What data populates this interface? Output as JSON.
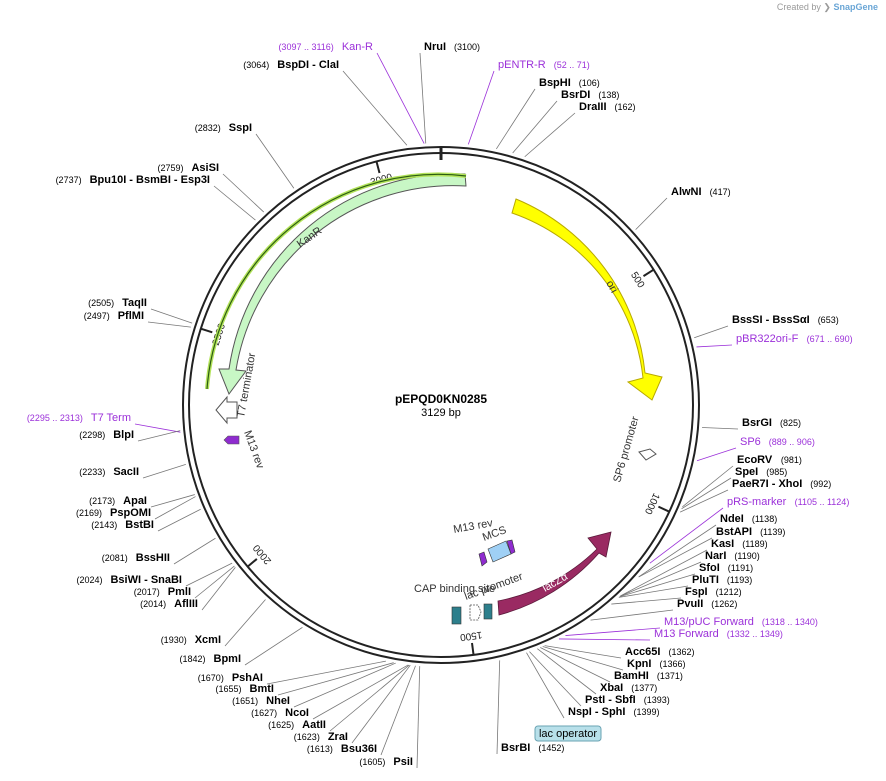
{
  "header": {
    "created_by": "Created by",
    "brand": "SnapGene"
  },
  "plasmid": {
    "name": "pEPQD0KN0285",
    "length_label": "3129 bp",
    "length": 3129
  },
  "ticks": [
    {
      "bp": 500,
      "label": "500"
    },
    {
      "bp": 1000,
      "label": "1000"
    },
    {
      "bp": 1500,
      "label": "1500"
    },
    {
      "bp": 2000,
      "label": "2000"
    },
    {
      "bp": 2500,
      "label": "2500"
    },
    {
      "bp": 3000,
      "label": "3000"
    }
  ],
  "features": [
    {
      "name": "ori",
      "label": "ori",
      "color": "#ffff00"
    },
    {
      "name": "KanR",
      "label": "KanR",
      "color": "#c8f7c5"
    },
    {
      "name": "lacZα",
      "label": "lacZα",
      "color": "#9a2a62"
    },
    {
      "name": "lac promoter",
      "label": "lac promoter",
      "color": "#ffffff"
    },
    {
      "name": "CAP binding site",
      "label": "CAP binding site",
      "color": "#2d7f8c"
    },
    {
      "name": "MCS",
      "label": "MCS",
      "color": "#9fd0f5"
    },
    {
      "name": "M13 rev",
      "label": "M13 rev",
      "color": "#8f2ccf"
    },
    {
      "name": "T7 terminator",
      "label": "T7 terminator",
      "color": "#ffffff"
    },
    {
      "name": "SP6 promoter",
      "label": "SP6 promoter",
      "color": "#ffffff"
    }
  ],
  "inner_labels": {
    "ori": "ori",
    "kanr": "KanR",
    "lacz": "lacZα",
    "lac_promoter": "lac promoter",
    "cap": "CAP binding site",
    "mcs": "MCS",
    "m13rev_inner": "M13 rev",
    "m13rev_left": "M13 rev",
    "t7_term": "T7 terminator",
    "sp6_prom": "SP6 promoter",
    "lac_operator": "lac operator"
  },
  "right_labels": [
    {
      "name": "NruI",
      "pos": "(3100)",
      "type": "enzyme"
    },
    {
      "name": "pENTR-R",
      "pos": "(52 .. 71)",
      "type": "primer"
    },
    {
      "name": "BspHI",
      "pos": "(106)",
      "type": "enzyme"
    },
    {
      "name": "BsrDI",
      "pos": "(138)",
      "type": "enzyme"
    },
    {
      "name": "DraIII",
      "pos": "(162)",
      "type": "enzyme"
    },
    {
      "name": "AlwNI",
      "pos": "(417)",
      "type": "enzyme"
    },
    {
      "name": "BssSI - BssSαI",
      "pos": "(653)",
      "type": "enzyme"
    },
    {
      "name": "pBR322ori-F",
      "pos": "(671 .. 690)",
      "type": "primer"
    },
    {
      "name": "BsrGI",
      "pos": "(825)",
      "type": "enzyme"
    },
    {
      "name": "SP6",
      "pos": "(889 .. 906)",
      "type": "primer"
    },
    {
      "name": "EcoRV",
      "pos": "(981)",
      "type": "enzyme"
    },
    {
      "name": "SpeI",
      "pos": "(985)",
      "type": "enzyme"
    },
    {
      "name": "PaeR7I - XhoI",
      "pos": "(992)",
      "type": "enzyme"
    },
    {
      "name": "pRS-marker",
      "pos": "(1105 .. 1124)",
      "type": "primer"
    },
    {
      "name": "NdeI",
      "pos": "(1138)",
      "type": "enzyme"
    },
    {
      "name": "BstAPI",
      "pos": "(1139)",
      "type": "enzyme"
    },
    {
      "name": "KasI",
      "pos": "(1189)",
      "type": "enzyme"
    },
    {
      "name": "NarI",
      "pos": "(1190)",
      "type": "enzyme"
    },
    {
      "name": "SfoI",
      "pos": "(1191)",
      "type": "enzyme"
    },
    {
      "name": "PluTI",
      "pos": "(1193)",
      "type": "enzyme"
    },
    {
      "name": "FspI",
      "pos": "(1212)",
      "type": "enzyme"
    },
    {
      "name": "PvuII",
      "pos": "(1262)",
      "type": "enzyme"
    },
    {
      "name": "M13/pUC Forward",
      "pos": "(1318 .. 1340)",
      "type": "primer"
    },
    {
      "name": "M13 Forward",
      "pos": "(1332 .. 1349)",
      "type": "primer"
    },
    {
      "name": "Acc65I",
      "pos": "(1362)",
      "type": "enzyme"
    },
    {
      "name": "KpnI",
      "pos": "(1366)",
      "type": "enzyme"
    },
    {
      "name": "BamHI",
      "pos": "(1371)",
      "type": "enzyme"
    },
    {
      "name": "XbaI",
      "pos": "(1377)",
      "type": "enzyme"
    },
    {
      "name": "PstI - SbfI",
      "pos": "(1393)",
      "type": "enzyme"
    },
    {
      "name": "NspI - SphI",
      "pos": "(1399)",
      "type": "enzyme"
    },
    {
      "name": "BsrBI",
      "pos": "(1452)",
      "type": "enzyme"
    }
  ],
  "left_labels": [
    {
      "name": "Kan-R",
      "pos": "(3097 .. 3116)",
      "type": "primer"
    },
    {
      "name": "BspDI - ClaI",
      "pos": "(3064)",
      "type": "enzyme"
    },
    {
      "name": "SspI",
      "pos": "(2832)",
      "type": "enzyme"
    },
    {
      "name": "AsiSI",
      "pos": "(2759)",
      "type": "enzyme"
    },
    {
      "name": "Bpu10I - BsmBI - Esp3I",
      "pos": "(2737)",
      "type": "enzyme"
    },
    {
      "name": "TaqII",
      "pos": "(2505)",
      "type": "enzyme"
    },
    {
      "name": "PflMI",
      "pos": "(2497)",
      "type": "enzyme"
    },
    {
      "name": "T7 Term",
      "pos": "(2295 .. 2313)",
      "type": "primer"
    },
    {
      "name": "BlpI",
      "pos": "(2298)",
      "type": "enzyme"
    },
    {
      "name": "SacII",
      "pos": "(2233)",
      "type": "enzyme"
    },
    {
      "name": "ApaI",
      "pos": "(2173)",
      "type": "enzyme"
    },
    {
      "name": "PspOMI",
      "pos": "(2169)",
      "type": "enzyme"
    },
    {
      "name": "BstBI",
      "pos": "(2143)",
      "type": "enzyme"
    },
    {
      "name": "BssHII",
      "pos": "(2081)",
      "type": "enzyme"
    },
    {
      "name": "BsiWI - SnaBI",
      "pos": "(2024)",
      "type": "enzyme"
    },
    {
      "name": "PmlI",
      "pos": "(2017)",
      "type": "enzyme"
    },
    {
      "name": "AflIII",
      "pos": "(2014)",
      "type": "enzyme"
    },
    {
      "name": "XcmI",
      "pos": "(1930)",
      "type": "enzyme"
    },
    {
      "name": "BpmI",
      "pos": "(1842)",
      "type": "enzyme"
    },
    {
      "name": "PshAI",
      "pos": "(1670)",
      "type": "enzyme"
    },
    {
      "name": "BmtI",
      "pos": "(1655)",
      "type": "enzyme"
    },
    {
      "name": "NheI",
      "pos": "(1651)",
      "type": "enzyme"
    },
    {
      "name": "NcoI",
      "pos": "(1627)",
      "type": "enzyme"
    },
    {
      "name": "AatII",
      "pos": "(1625)",
      "type": "enzyme"
    },
    {
      "name": "ZraI",
      "pos": "(1623)",
      "type": "enzyme"
    },
    {
      "name": "Bsu36I",
      "pos": "(1613)",
      "type": "enzyme"
    },
    {
      "name": "PsiI",
      "pos": "(1605)",
      "type": "enzyme"
    }
  ],
  "colors": {
    "primer": "#9b30d9",
    "enzyme": "#000000",
    "backbone": "#222222"
  }
}
